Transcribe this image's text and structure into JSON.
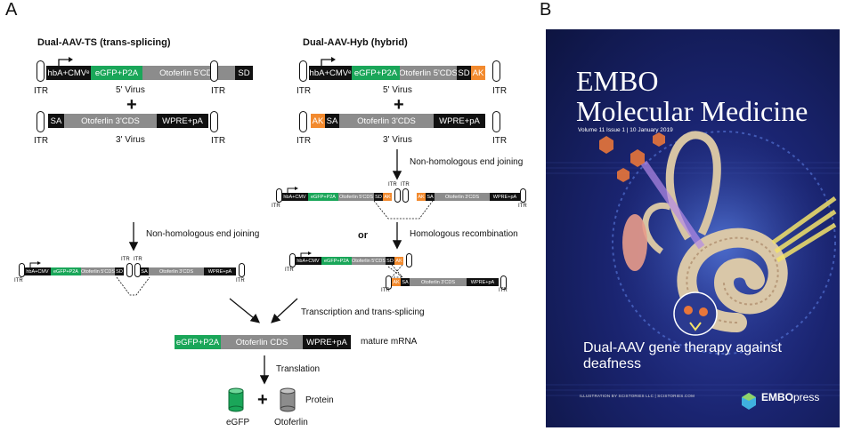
{
  "panels": {
    "a": "A",
    "b": "B"
  },
  "left_title": "Dual-AAV-TS (trans-splicing)",
  "right_title": "Dual-AAV-Hyb (hybrid)",
  "segments": {
    "promoter": "hbA+CMV",
    "promoter_sub": "e",
    "egfp_p2a": "eGFP+P2A",
    "oto5": "Otoferlin 5'CDS",
    "sd": "SD",
    "ak": "AK",
    "sa": "SA",
    "oto3": "Otoferlin 3'CDS",
    "wpre": "WPRE+pA",
    "oto_cds": "Otoferlin CDS"
  },
  "itr": "ITR",
  "virus5": "5' Virus",
  "virus3": "3' Virus",
  "plus": "+",
  "steps": {
    "nhej": "Non-homologous end joining",
    "or": "or",
    "hr": "Homologous recombination",
    "transcription": "Transcription and trans-splicing",
    "mature": "mature mRNA",
    "translation": "Translation",
    "protein": "Protein",
    "egfp": "eGFP",
    "otoferlin": "Otoferlin"
  },
  "cover": {
    "line1": "EMBO",
    "line2": "Molecular Medicine",
    "issue": "Volume 11  Issue 1  |  10 January 2019",
    "headline": "Dual-AAV gene therapy against deafness",
    "credit": "ILLUSTRATION BY SCISTORIES LLC | SCISTORIES.COM",
    "publisher_bold": "EMBO",
    "publisher_rest": "press"
  }
}
